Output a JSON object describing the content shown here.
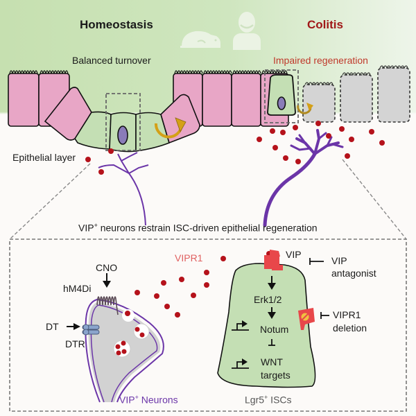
{
  "figure": {
    "left_panel": {
      "title": "Homeostasis",
      "subtitle": "Balanced turnover",
      "layer_label": "Epithelial layer"
    },
    "right_panel": {
      "title": "Colitis",
      "subtitle": "Impaired regeneration"
    },
    "icons": [
      "mouse-icon",
      "person-icon"
    ],
    "caption": {
      "prefix": "VIP",
      "superscript": "+",
      "rest": " neurons restrain ISC-driven epithelial regeneration"
    },
    "inset": {
      "neuron": {
        "label_prefix": "VIP",
        "label_sup": "+",
        "label_rest": " Neurons",
        "cno": "CNO",
        "hm4di": "hM4Di",
        "dt": "DT",
        "dtr": "DTR"
      },
      "vipr1_label": "VIPR1",
      "isc": {
        "label_prefix": "Lgr5",
        "label_sup": "+",
        "label_rest": " ISCs",
        "vip": "VIP",
        "vip_antagonist_line1": "VIP",
        "vip_antagonist_line2": "antagonist",
        "erk": "Erk1/2",
        "notum": "Notum",
        "wnt_line1": "WNT",
        "wnt_line2": "targets",
        "vipr1_deletion_line1": "VIPR1",
        "vipr1_deletion_line2": "deletion"
      }
    },
    "colors": {
      "title_colitis": "#a01818",
      "subtitle_colitis": "#c0392b",
      "green_cell": "#c4dfb4",
      "pink_cell": "#e8a6c6",
      "gray_cell": "#d4d4d4",
      "neuron": "#6b35a8",
      "vip_dot": "#b5121b",
      "vipr1": "#e8474a",
      "arrow_gold": "#d4a017",
      "nucleus": "#8a7cb8"
    }
  }
}
